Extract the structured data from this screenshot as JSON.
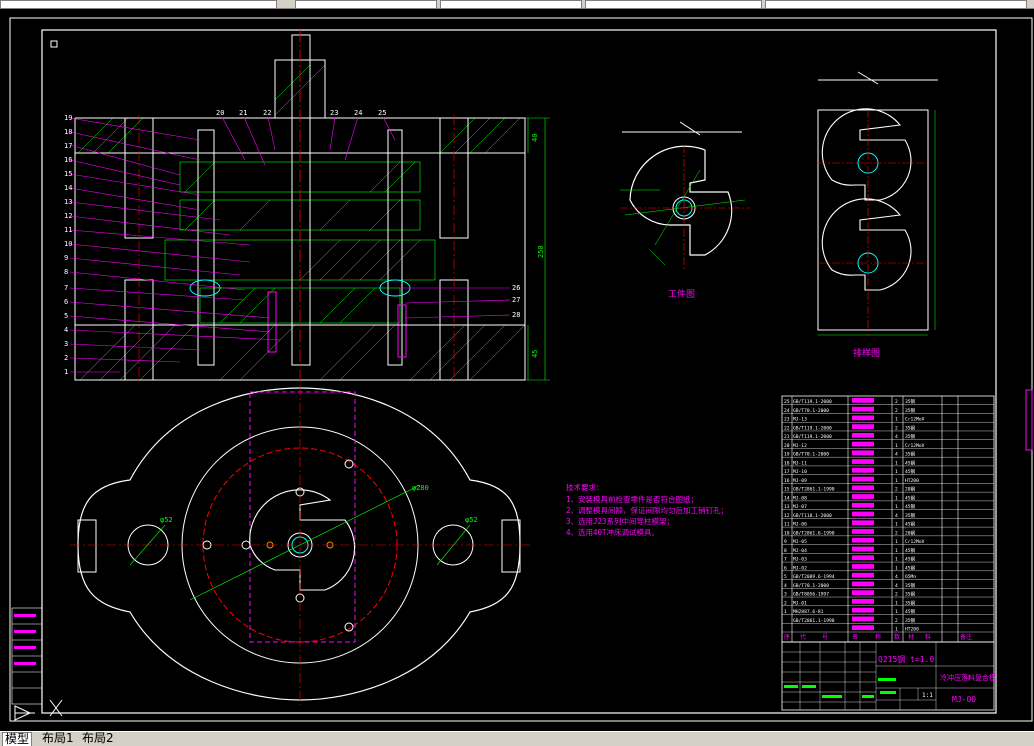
{
  "tabs": [
    {
      "label": "模型",
      "active": true
    },
    {
      "label": "布局1",
      "active": false
    },
    {
      "label": "布局2",
      "active": false
    }
  ],
  "drawing": {
    "part_numbers_left": [
      "19",
      "18",
      "17",
      "16",
      "15",
      "14",
      "13",
      "12",
      "11",
      "10",
      "9",
      "8",
      "7",
      "6",
      "5",
      "4",
      "3",
      "2",
      "1"
    ],
    "part_numbers_top": [
      "20",
      "21",
      "22",
      "23",
      "24",
      "25"
    ],
    "part_numbers_right": [
      "26",
      "27",
      "28"
    ],
    "dim_total_height": "250",
    "dim_top": "40",
    "dim_bottom": "45",
    "view_workpiece_label": "工件图",
    "view_layout_label": "排样图",
    "plan_dia_main": "φ280",
    "plan_dia_hole": "φ52",
    "tech_title": "技术要求：",
    "tech_items": [
      "1、安装模具前检查零件是否符合图纸；",
      "2、调整模具间隙，保证间隙均匀后加工销钉孔；",
      "3、选用J23系列中间导柱模架；",
      "4、选用40T冲床调试模具。"
    ]
  },
  "titleblock": {
    "material": "Q215钢 t=1.0",
    "title": "冷冲压落料复合模",
    "drawing_no": "MJ-00",
    "scale": "1:1"
  },
  "bom": [
    {
      "no": "25",
      "code": "GB/T119.1-2000",
      "qty": "2",
      "mat": "35钢"
    },
    {
      "no": "24",
      "code": "GB/T70.1-2000",
      "qty": "2",
      "mat": "35钢"
    },
    {
      "no": "23",
      "code": "MJ-13",
      "qty": "1",
      "mat": "Cr12MoV"
    },
    {
      "no": "22",
      "code": "GB/T119.1-2000",
      "qty": "2",
      "mat": "35钢"
    },
    {
      "no": "21",
      "code": "GB/T119.1-2000",
      "qty": "4",
      "mat": "35钢"
    },
    {
      "no": "20",
      "code": "MJ-12",
      "qty": "1",
      "mat": "Cr12MoV"
    },
    {
      "no": "19",
      "code": "GB/T70.1-2000",
      "qty": "4",
      "mat": "35钢"
    },
    {
      "no": "18",
      "code": "MJ-11",
      "qty": "1",
      "mat": "45钢"
    },
    {
      "no": "17",
      "code": "MJ-10",
      "qty": "1",
      "mat": "45钢"
    },
    {
      "no": "16",
      "code": "MJ-09",
      "qty": "1",
      "mat": "HT200"
    },
    {
      "no": "15",
      "code": "GB/T2861.1-1990",
      "qty": "2",
      "mat": "20钢"
    },
    {
      "no": "14",
      "code": "MJ-08",
      "qty": "1",
      "mat": "45钢"
    },
    {
      "no": "13",
      "code": "MJ-07",
      "qty": "1",
      "mat": "45钢"
    },
    {
      "no": "12",
      "code": "GB/T118.1-2000",
      "qty": "4",
      "mat": "35钢"
    },
    {
      "no": "11",
      "code": "MJ-06",
      "qty": "1",
      "mat": "45钢"
    },
    {
      "no": "10",
      "code": "GB/T2861.6-1990",
      "qty": "2",
      "mat": "20钢"
    },
    {
      "no": "9",
      "code": "MJ-05",
      "qty": "1",
      "mat": "Cr12MoV"
    },
    {
      "no": "8",
      "code": "MJ-04",
      "qty": "1",
      "mat": "45钢"
    },
    {
      "no": "7",
      "code": "MJ-03",
      "qty": "1",
      "mat": "45钢"
    },
    {
      "no": "6",
      "code": "MJ-02",
      "qty": "1",
      "mat": "45钢"
    },
    {
      "no": "5",
      "code": "GB/T2089.6-1994",
      "qty": "4",
      "mat": "65Mn"
    },
    {
      "no": "4",
      "code": "GB/T70.1-2000",
      "qty": "4",
      "mat": "35钢"
    },
    {
      "no": "3",
      "code": "GB/T8056-1997",
      "qty": "2",
      "mat": "35钢"
    },
    {
      "no": "2",
      "code": "MJ-01",
      "qty": "1",
      "mat": "35钢"
    },
    {
      "no": "1",
      "code": "MH2887.6-81",
      "qty": "1",
      "mat": "45钢"
    },
    {
      "no": "",
      "code": "GB/T2861.1-1990",
      "qty": "2",
      "mat": "35钢"
    },
    {
      "no": "",
      "code": "",
      "qty": "1",
      "mat": "HT200"
    }
  ],
  "bom_header": [
    "序",
    "代",
    "号",
    "名",
    "称",
    "数",
    "材",
    "料",
    "备注"
  ],
  "colors": {
    "outline": "#ffffff",
    "part": "#ff00ff",
    "dim": "#00ff00",
    "center": "#ff0000",
    "hatch": "#00ff00",
    "leader": "#ff00ff",
    "cyan": "#00ffff"
  }
}
